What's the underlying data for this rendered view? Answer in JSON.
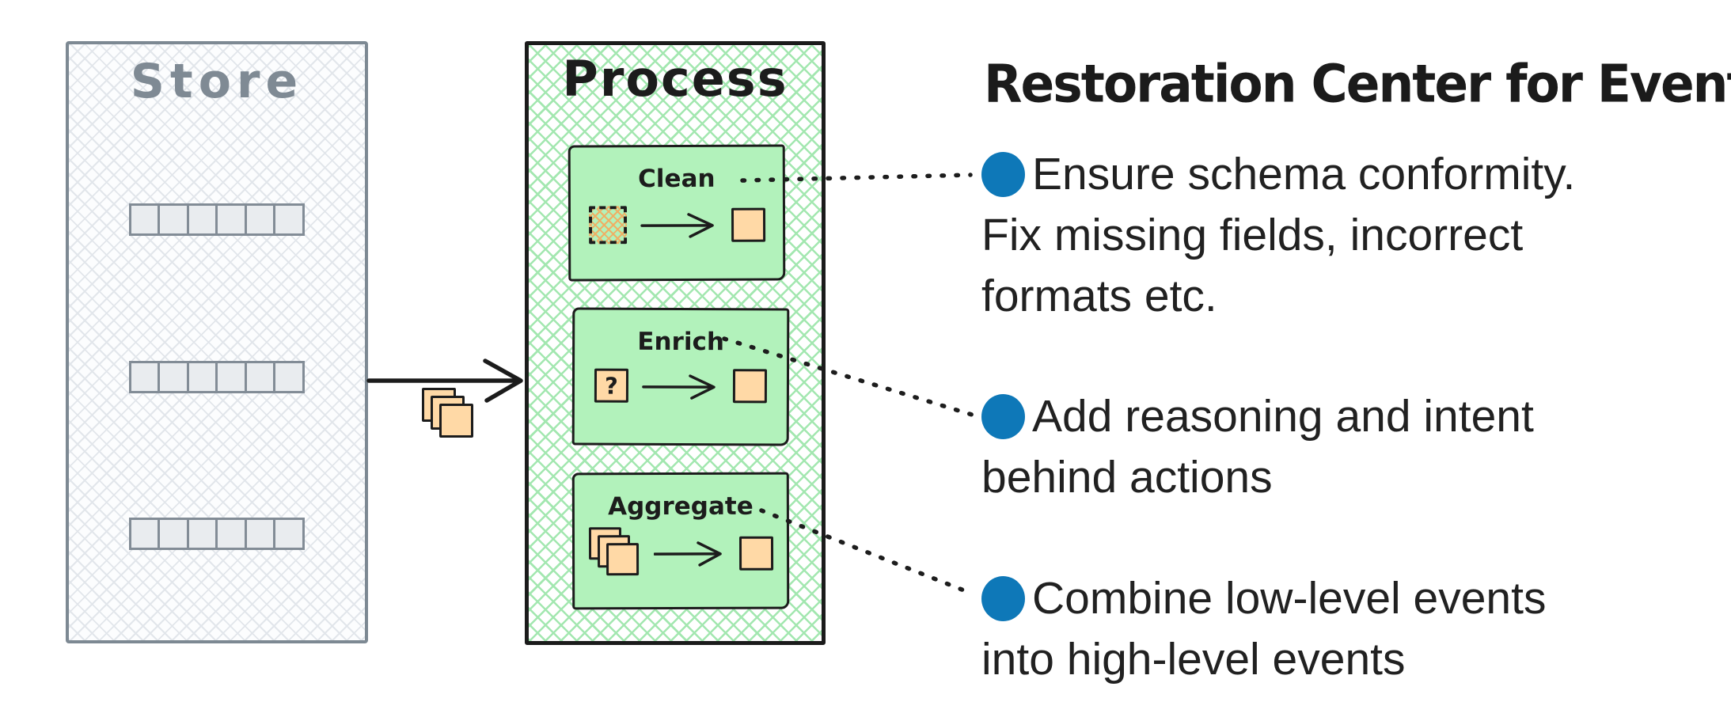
{
  "diagram": {
    "store": {
      "title": "Store",
      "rows": 3,
      "cells_per_row": 6
    },
    "process": {
      "title": "Process",
      "steps": [
        {
          "label": "Clean",
          "input_icon": "dashed-hatched-square-icon",
          "output_icon": "orange-square-icon"
        },
        {
          "label": "Enrich",
          "input_icon": "question-square-icon",
          "question_mark": "?",
          "output_icon": "orange-square-icon"
        },
        {
          "label": "Aggregate",
          "input_icon": "stacked-squares-icon",
          "output_icon": "orange-square-icon"
        }
      ]
    },
    "flow": {
      "arrow": "store-to-process",
      "payload_icon": "stacked-orange-squares"
    },
    "panel": {
      "title": "Restoration Center for Events",
      "bullets": [
        {
          "linked_step": "Clean",
          "lines": [
            "Ensure schema conformity.",
            "Fix missing fields, incorrect",
            "formats etc."
          ]
        },
        {
          "linked_step": "Enrich",
          "lines": [
            "Add reasoning and intent",
            "behind actions"
          ]
        },
        {
          "linked_step": "Aggregate",
          "lines": [
            "Combine low-level events",
            "into high-level events"
          ]
        }
      ]
    },
    "colors": {
      "bullet_blue": "#0e78b8",
      "step_fill_green": "#b2f2bb",
      "process_hatch_green": "#a3e7b0",
      "store_hatch_gray": "#e2e6eb",
      "store_border_gray": "#7d8993",
      "cell_fill_gray": "#e9ecef",
      "event_orange": "#ffd9a6",
      "ink_black": "#1c1c1c"
    }
  }
}
